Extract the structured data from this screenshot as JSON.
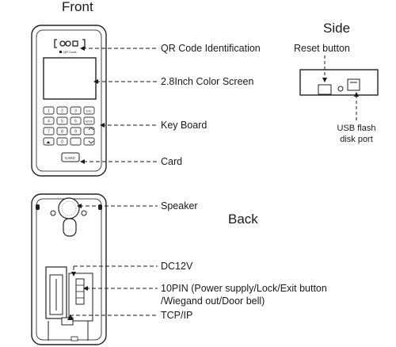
{
  "headings": {
    "front": "Front",
    "side": "Side",
    "back": "Back"
  },
  "callouts": {
    "qr": "QR Code Identification",
    "screen": "2.8Inch Color Screen",
    "keyboard": "Key Board",
    "card": "Card",
    "speaker": "Speaker",
    "dc12v": "DC12V",
    "tenpin_line1": "10PIN  (Power supply/Lock/Exit button",
    "tenpin_line2": "/Wiegand out/Door bell)",
    "tcpip": "TCP/IP"
  },
  "side_labels": {
    "reset": "Reset button",
    "usb_line1": "USB flash",
    "usb_line2": "disk port"
  },
  "device": {
    "qr_text": "QR Code",
    "card_text": "CARD"
  },
  "keypad": [
    "1",
    "2",
    "3",
    "ESC",
    "4",
    "5",
    "6",
    "M/OK",
    "7",
    "8",
    "9",
    "",
    "",
    "0",
    "",
    ""
  ]
}
